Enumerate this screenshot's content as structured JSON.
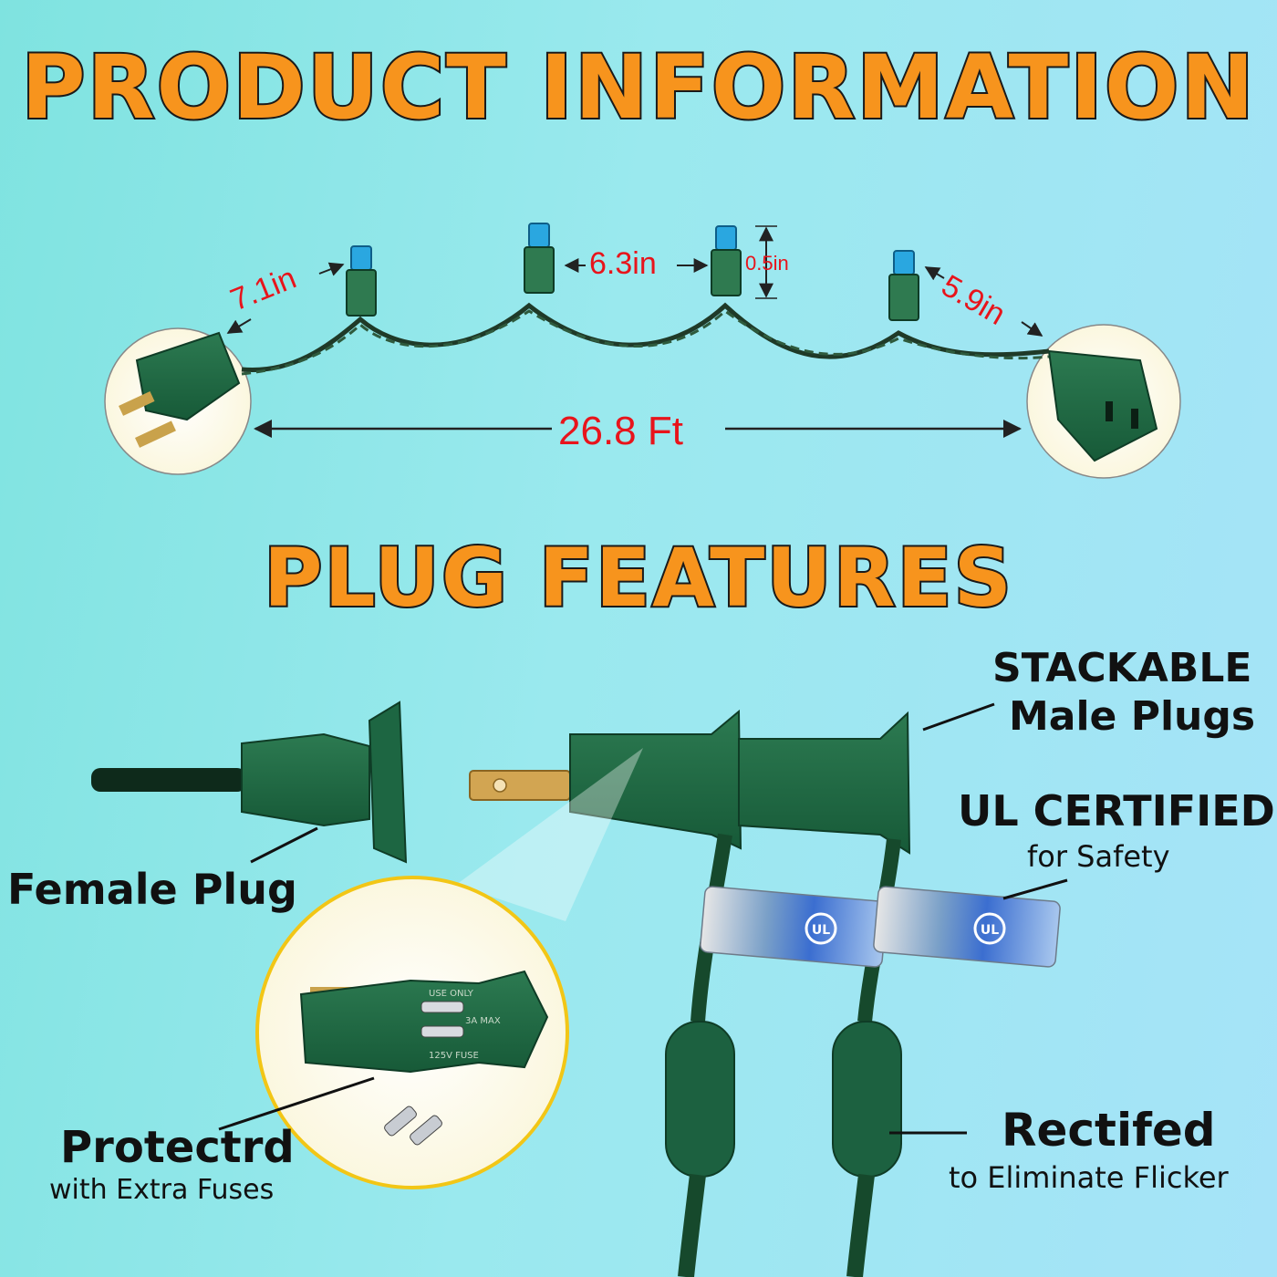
{
  "titles": {
    "product_information": "PRODUCT INFORMATION",
    "plug_features": "PLUG FEATURES"
  },
  "dimensions": {
    "end_spacing_left": "7.1in",
    "bulb_spacing": "6.3in",
    "bulb_height": "0.5in",
    "end_spacing_right": "5.9in",
    "total_length": "26.8 Ft"
  },
  "features": {
    "stackable_title": "STACKABLE",
    "stackable_sub": "Male Plugs",
    "ul_title": "UL CERTIFIED",
    "ul_sub": "for Safety",
    "female_plug": "Female Plug",
    "protected_title": "Protectrd",
    "protected_sub": "with Extra Fuses",
    "rectified_title": "Rectifed",
    "rectified_sub": "to Eliminate Flicker"
  },
  "product_markings": {
    "fuse_plug_text_1": "USE ONLY",
    "fuse_plug_text_2": "3A MAX",
    "fuse_plug_text_3": "125V FUSE",
    "ul_mark": "UL"
  },
  "colors": {
    "headline_fill": "#f7941d",
    "headline_stroke": "#1a1a1a",
    "wire_green": "#1f4a2c",
    "plug_green": "#1f6a45",
    "bulb_blue": "#2aa7e0",
    "dimension_red": "#e8141b"
  }
}
